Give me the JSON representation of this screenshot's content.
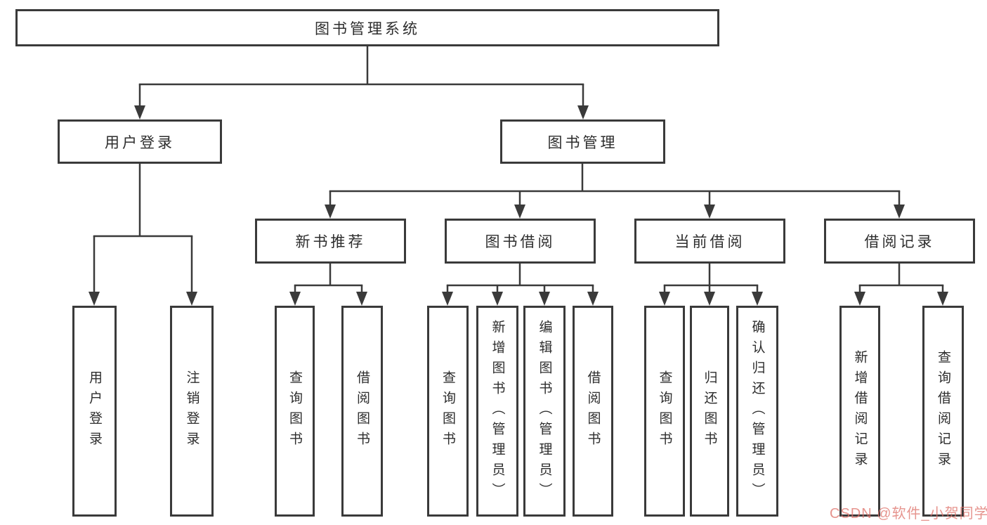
{
  "tree": {
    "root": "图书管理系统",
    "branches": [
      {
        "label": "用户登录",
        "children": [
          "用户登录",
          "注销登录"
        ]
      },
      {
        "label": "图书管理",
        "groups": [
          {
            "label": "新书推荐",
            "children": [
              "查询图书",
              "借阅图书"
            ]
          },
          {
            "label": "图书借阅",
            "children": [
              "查询图书",
              "新增图书（管理员）",
              "编辑图书（管理员）",
              "借阅图书"
            ]
          },
          {
            "label": "当前借阅",
            "children": [
              "查询图书",
              "归还图书",
              "确认归还（管理员）"
            ]
          },
          {
            "label": "借阅记录",
            "children": [
              "新增借阅记录",
              "查询借阅记录"
            ]
          }
        ]
      }
    ]
  },
  "watermark": "CSDN @软件_小贺同学",
  "colors": {
    "line": "#3a3a3a",
    "text": "#2d2d2d",
    "background": "#ffffff",
    "watermark": "#de7068"
  }
}
